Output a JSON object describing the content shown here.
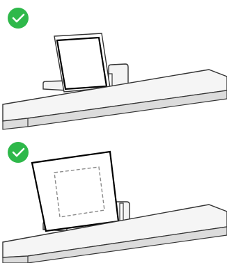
{
  "panels": [
    {
      "id": "correct-paper-load-small",
      "status_icon": "checkmark-icon",
      "status": "correct"
    },
    {
      "id": "correct-paper-load-large",
      "status_icon": "checkmark-icon",
      "status": "correct"
    }
  ],
  "colors": {
    "check_badge": "#2eb84a",
    "check_mark": "#ffffff",
    "printer_gray": "#dcdcdc",
    "printer_light": "#f3f3f3",
    "outline": "#333333",
    "paper_edge": "#000000",
    "dashed": "#8a8a8a"
  }
}
